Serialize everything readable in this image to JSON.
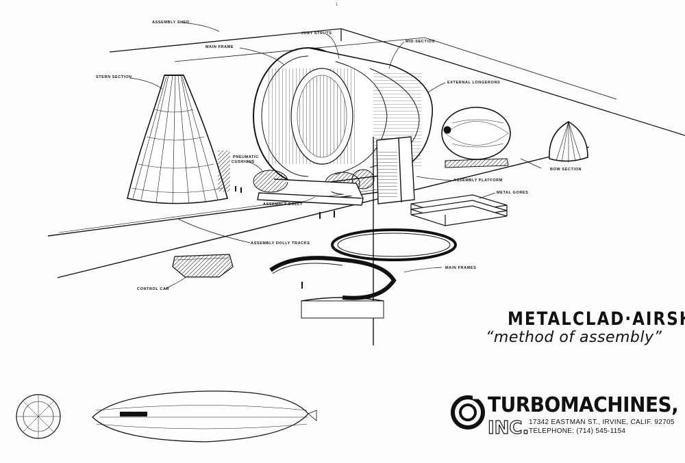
{
  "page_marker": "1",
  "labels": {
    "assembly_shed": "ASSEMBLY SHED",
    "jury_struts": "JURY STRUTS",
    "mid_section": "MID-SECTION",
    "main_frame": "MAIN FRAME",
    "stern_section": "STERN SECTION",
    "external_longerons": "EXTERNAL LONGERONS",
    "pneumatic": "PNEUMATIC",
    "cushions": "CUSHIONS",
    "bow_section": "BOW SECTION",
    "assembly_platform": "ASSEMBLY PLATFORM",
    "metal_gores": "METAL GORES",
    "assembly_dolly": "ASSEMBLY DOLLY",
    "assembly_dolly_tracks": "ASSEMBLY DOLLY TRACKS",
    "main_frames": "MAIN FRAMES",
    "control_car": "CONTROL CAR"
  },
  "title": {
    "line1": "METALCLAD·AIRSHIP",
    "line2": "“method of assembly”"
  },
  "company": {
    "name": "TURBOMACHINES,",
    "suffix": "INC.",
    "address": "17342 EASTMAN ST., IRVINE, CALIF. 92705",
    "telephone": "TELEPHONE:  (714)  545-1154",
    "logo": "turbomachines-logo"
  }
}
